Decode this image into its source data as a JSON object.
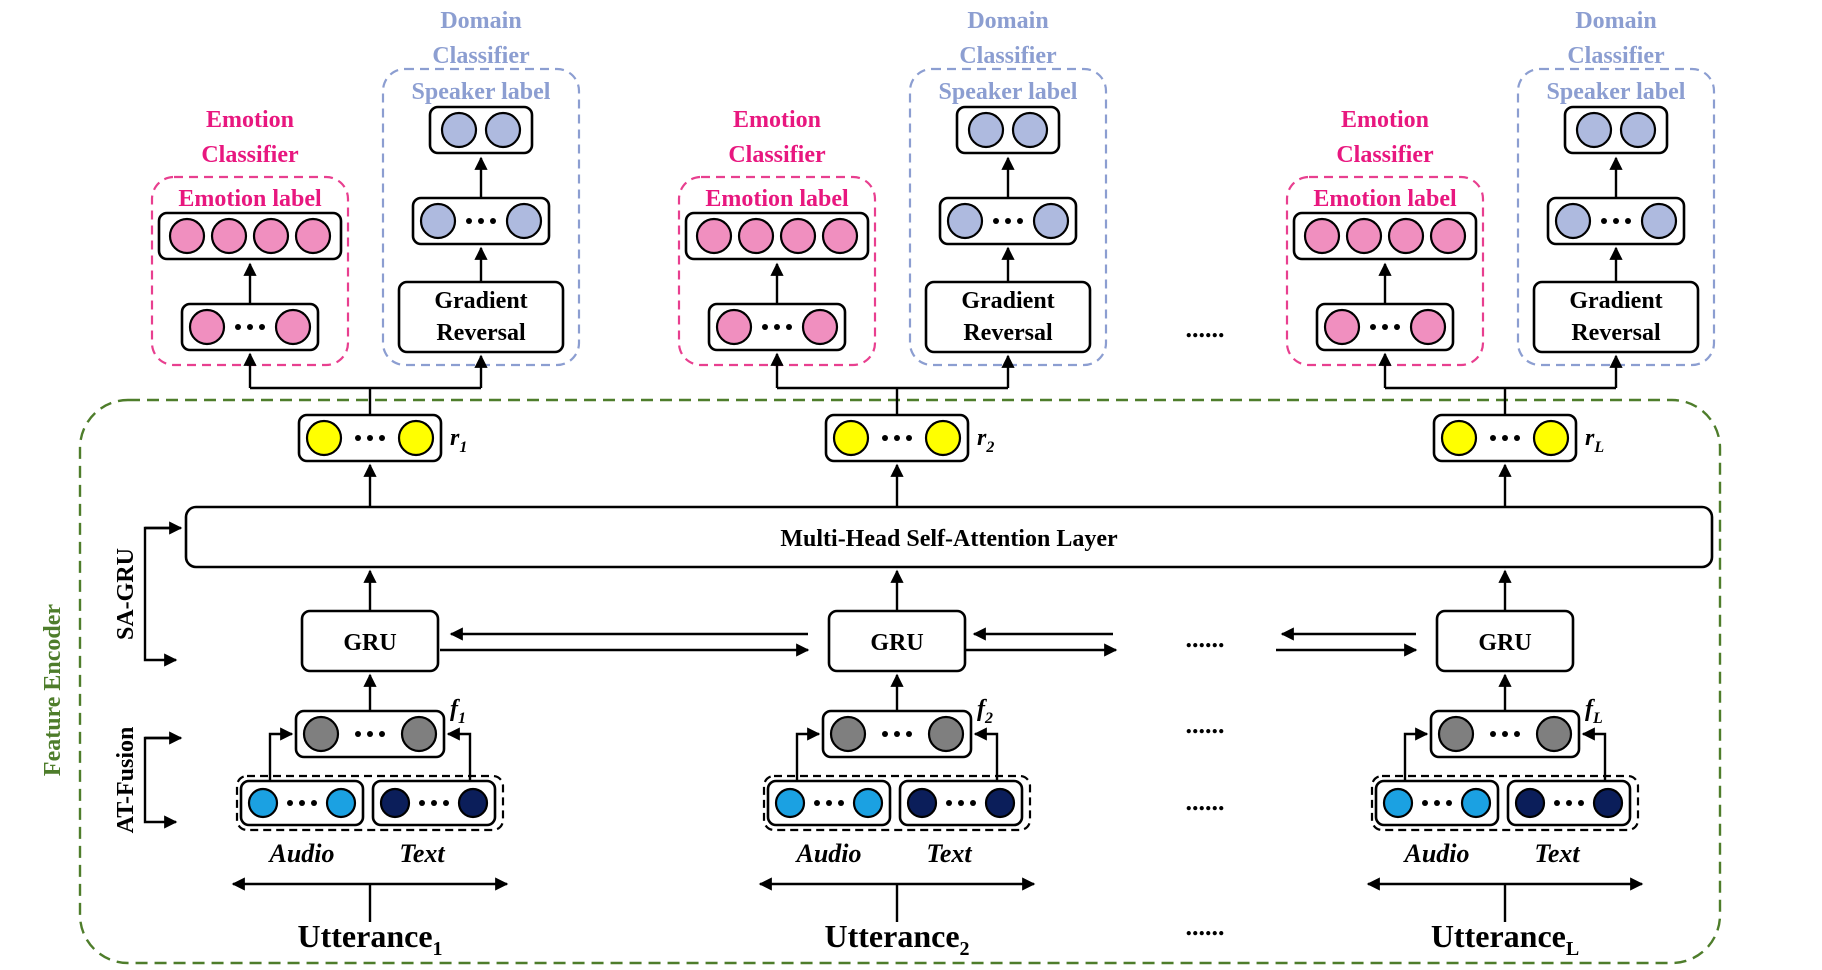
{
  "colors": {
    "emotion": "#e8177f",
    "emotion_node": "#f08fbf",
    "domain": "#8c9ed1",
    "domain_node": "#aebadf",
    "output_node": "#ffff00",
    "feature_node": "#7f7f7f",
    "audio_node": "#1ba1e2",
    "text_node": "#0b1e5a",
    "encoder": "#4e7d2b"
  },
  "labels": {
    "emotion_classifier_line1": "Emotion",
    "emotion_classifier_line2": "Classifier",
    "emotion_label": "Emotion label",
    "domain_classifier_line1": "Domain",
    "domain_classifier_line2": "Classifier",
    "speaker_label": "Speaker label",
    "gradient_line1": "Gradient",
    "gradient_line2": "Reversal",
    "attention_layer": "Multi-Head Self-Attention Layer",
    "gru": "GRU",
    "audio": "Audio",
    "text": "Text",
    "utterance": "Utterance",
    "ellipsis": "......",
    "sa_gru": "SA-GRU",
    "at_fusion": "AT-Fusion",
    "feature_encoder": "Feature Encoder"
  },
  "columns": [
    {
      "r_label": "r",
      "r_sub": "1",
      "f_label": "f",
      "f_sub": "1",
      "utt_sub": "1"
    },
    {
      "r_label": "r",
      "r_sub": "2",
      "f_label": "f",
      "f_sub": "2",
      "utt_sub": "2"
    },
    {
      "r_label": "r",
      "r_sub": "L",
      "f_label": "f",
      "f_sub": "L",
      "utt_sub": "L"
    }
  ]
}
